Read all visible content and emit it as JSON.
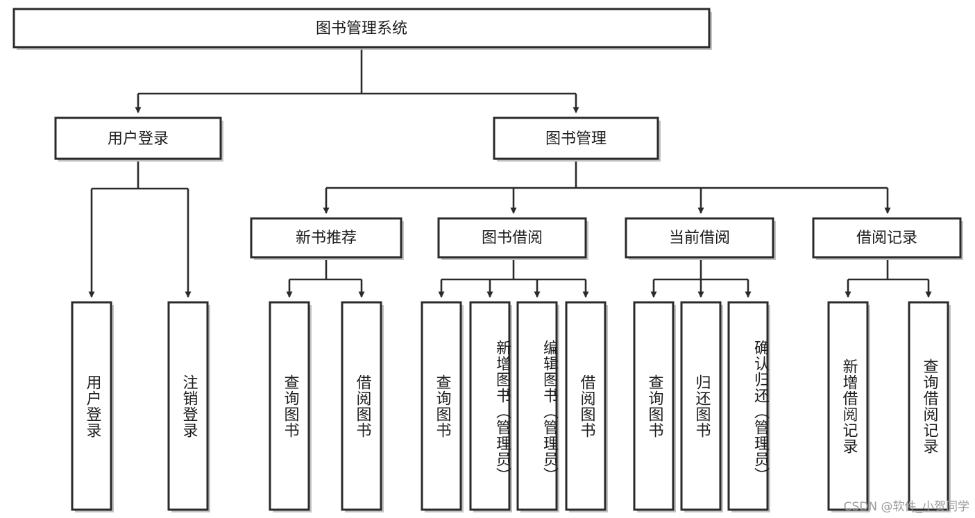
{
  "diagram": {
    "title": "图书管理系统",
    "type": "tree",
    "watermark": "CSDN @软件_小贺同学",
    "colors": {
      "box_fill": "#ffffff",
      "box_stroke": "#2a2a2a",
      "edge": "#2a2a2a",
      "shadow": "#b8b8b8",
      "text": "#1d1d1d",
      "watermark": "#9a9a9a"
    },
    "levels": [
      {
        "level": 1,
        "nodes": [
          {
            "id": "root",
            "label": "图书管理系统",
            "orientation": "horizontal"
          }
        ]
      },
      {
        "level": 2,
        "nodes": [
          {
            "id": "login",
            "label": "用户登录",
            "orientation": "horizontal",
            "parent": "root"
          },
          {
            "id": "bookmgmt",
            "label": "图书管理",
            "orientation": "horizontal",
            "parent": "root"
          }
        ]
      },
      {
        "level": 3,
        "nodes": [
          {
            "id": "newbook",
            "label": "新书推荐",
            "orientation": "horizontal",
            "parent": "bookmgmt"
          },
          {
            "id": "borrow",
            "label": "图书借阅",
            "orientation": "horizontal",
            "parent": "bookmgmt"
          },
          {
            "id": "current",
            "label": "当前借阅",
            "orientation": "horizontal",
            "parent": "bookmgmt"
          },
          {
            "id": "records",
            "label": "借阅记录",
            "orientation": "horizontal",
            "parent": "bookmgmt"
          }
        ]
      },
      {
        "level": 4,
        "nodes": [
          {
            "id": "leaf-user-login",
            "label": "用户登录",
            "orientation": "vertical",
            "parent": "login"
          },
          {
            "id": "leaf-user-logout",
            "label": "注销登录",
            "orientation": "vertical",
            "parent": "login"
          },
          {
            "id": "leaf-query-book-1",
            "label": "查询图书",
            "orientation": "vertical",
            "parent": "newbook"
          },
          {
            "id": "leaf-borrow-book-1",
            "label": "借阅图书",
            "orientation": "vertical",
            "parent": "newbook"
          },
          {
            "id": "leaf-query-book-2",
            "label": "查询图书",
            "orientation": "vertical",
            "parent": "borrow"
          },
          {
            "id": "leaf-add-book",
            "label": "新增图书（管理员）",
            "orientation": "vertical",
            "parent": "borrow"
          },
          {
            "id": "leaf-edit-book",
            "label": "编辑图书（管理员）",
            "orientation": "vertical",
            "parent": "borrow"
          },
          {
            "id": "leaf-borrow-book-2",
            "label": "借阅图书",
            "orientation": "vertical",
            "parent": "borrow"
          },
          {
            "id": "leaf-query-book-3",
            "label": "查询图书",
            "orientation": "vertical",
            "parent": "current"
          },
          {
            "id": "leaf-return-book",
            "label": "归还图书",
            "orientation": "vertical",
            "parent": "current"
          },
          {
            "id": "leaf-confirm-return",
            "label": "确认归还（管理员）",
            "orientation": "vertical",
            "parent": "current"
          },
          {
            "id": "leaf-add-record",
            "label": "新增借阅记录",
            "orientation": "vertical",
            "parent": "records"
          },
          {
            "id": "leaf-query-record",
            "label": "查询借阅记录",
            "orientation": "vertical",
            "parent": "records"
          }
        ]
      }
    ]
  }
}
